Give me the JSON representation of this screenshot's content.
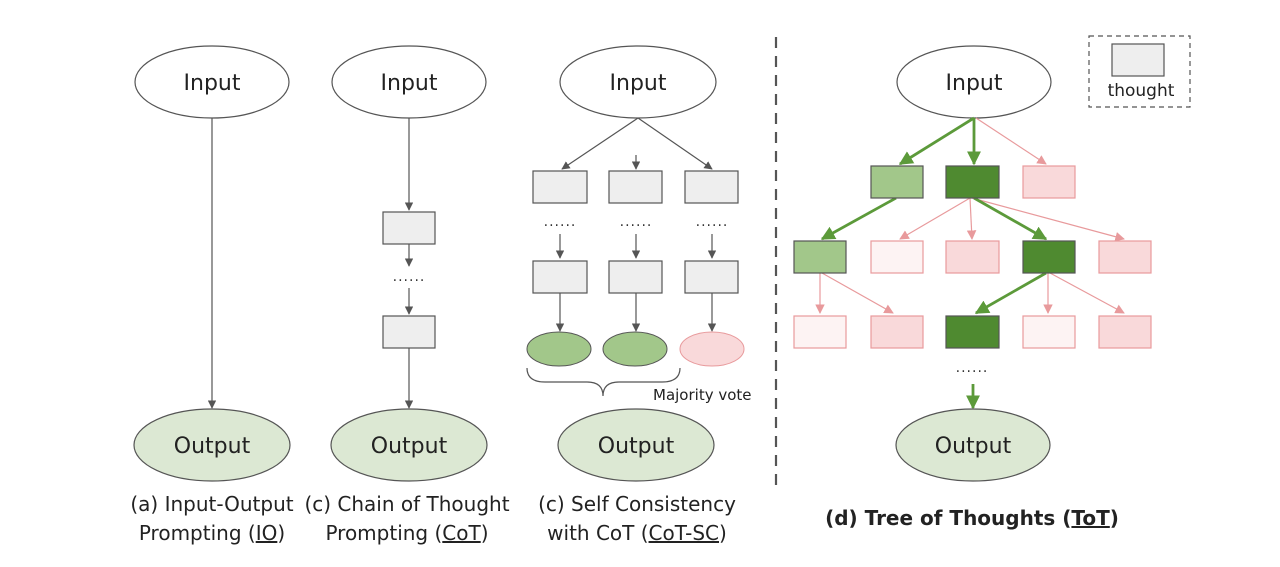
{
  "labels": {
    "input": "Input",
    "output": "Output",
    "dots": "......",
    "majority_vote": "Majority vote",
    "thought": "thought"
  },
  "captions": {
    "io": {
      "line1": "(a) Input-Output",
      "line2_pre": "Prompting (",
      "line2_abbr": "IO",
      "line2_post": ")"
    },
    "cot": {
      "line1": "(c) Chain of Thought",
      "line2_pre": "Prompting (",
      "line2_abbr": "CoT",
      "line2_post": ")"
    },
    "cotsc": {
      "line1": "(c) Self Consistency",
      "line2_pre": "with CoT (",
      "line2_abbr": "CoT-SC",
      "line2_post": ")"
    },
    "tot": {
      "pre": "(d) Tree of Thoughts (",
      "abbr": "ToT",
      "post": ")"
    }
  },
  "colors": {
    "output_fill": "#dce8d3",
    "thought_gray": "#eeeeee",
    "green_light": "#a2c78a",
    "green_dark": "#4f8a30",
    "pink": "#f9d9da",
    "pink_faint": "#fdf3f3",
    "pink_stroke": "#e89a9c",
    "green_arrow": "#5c9a3a"
  }
}
